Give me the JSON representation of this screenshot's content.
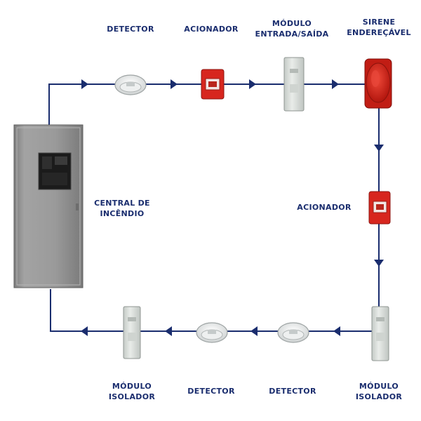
{
  "diagram": {
    "colors": {
      "wire": "#1a2d6e",
      "label": "#1a2d6e",
      "panel": "#8a8a8a",
      "alarm_red": "#d7261e",
      "module_grey": "#d7dcd8"
    },
    "labels": {
      "detector_top": "DETECTOR",
      "acionador_top": "ACIONADOR",
      "modulo_es_line1": "MÓDULO",
      "modulo_es_line2": "ENTRADA/SAÍDA",
      "sirene_line1": "SIRENE",
      "sirene_line2": "ENDEREÇÁVEL",
      "acionador_right": "ACIONADOR",
      "central_line1": "CENTRAL DE",
      "central_line2": "INCÊNDIO",
      "modulo_iso_left_line1": "MÓDULO",
      "modulo_iso_left_line2": "ISOLADOR",
      "detector_bottom_left": "DETECTOR",
      "detector_bottom_right": "DETECTOR",
      "modulo_iso_right_line1": "MÓDULO",
      "modulo_iso_right_line2": "ISOLADOR"
    },
    "devices": [
      {
        "id": "central-panel",
        "icon": "fire-alarm-panel-icon"
      },
      {
        "id": "detector-top",
        "icon": "smoke-detector-icon"
      },
      {
        "id": "acionador-top",
        "icon": "manual-call-point-icon"
      },
      {
        "id": "modulo-entrada-saida",
        "icon": "io-module-icon"
      },
      {
        "id": "sirene",
        "icon": "siren-icon"
      },
      {
        "id": "acionador-right",
        "icon": "manual-call-point-icon"
      },
      {
        "id": "modulo-isolador-right",
        "icon": "isolator-module-icon"
      },
      {
        "id": "detector-bottom-right",
        "icon": "smoke-detector-icon"
      },
      {
        "id": "detector-bottom-left",
        "icon": "smoke-detector-icon"
      },
      {
        "id": "modulo-isolador-left",
        "icon": "isolator-module-icon"
      }
    ]
  }
}
